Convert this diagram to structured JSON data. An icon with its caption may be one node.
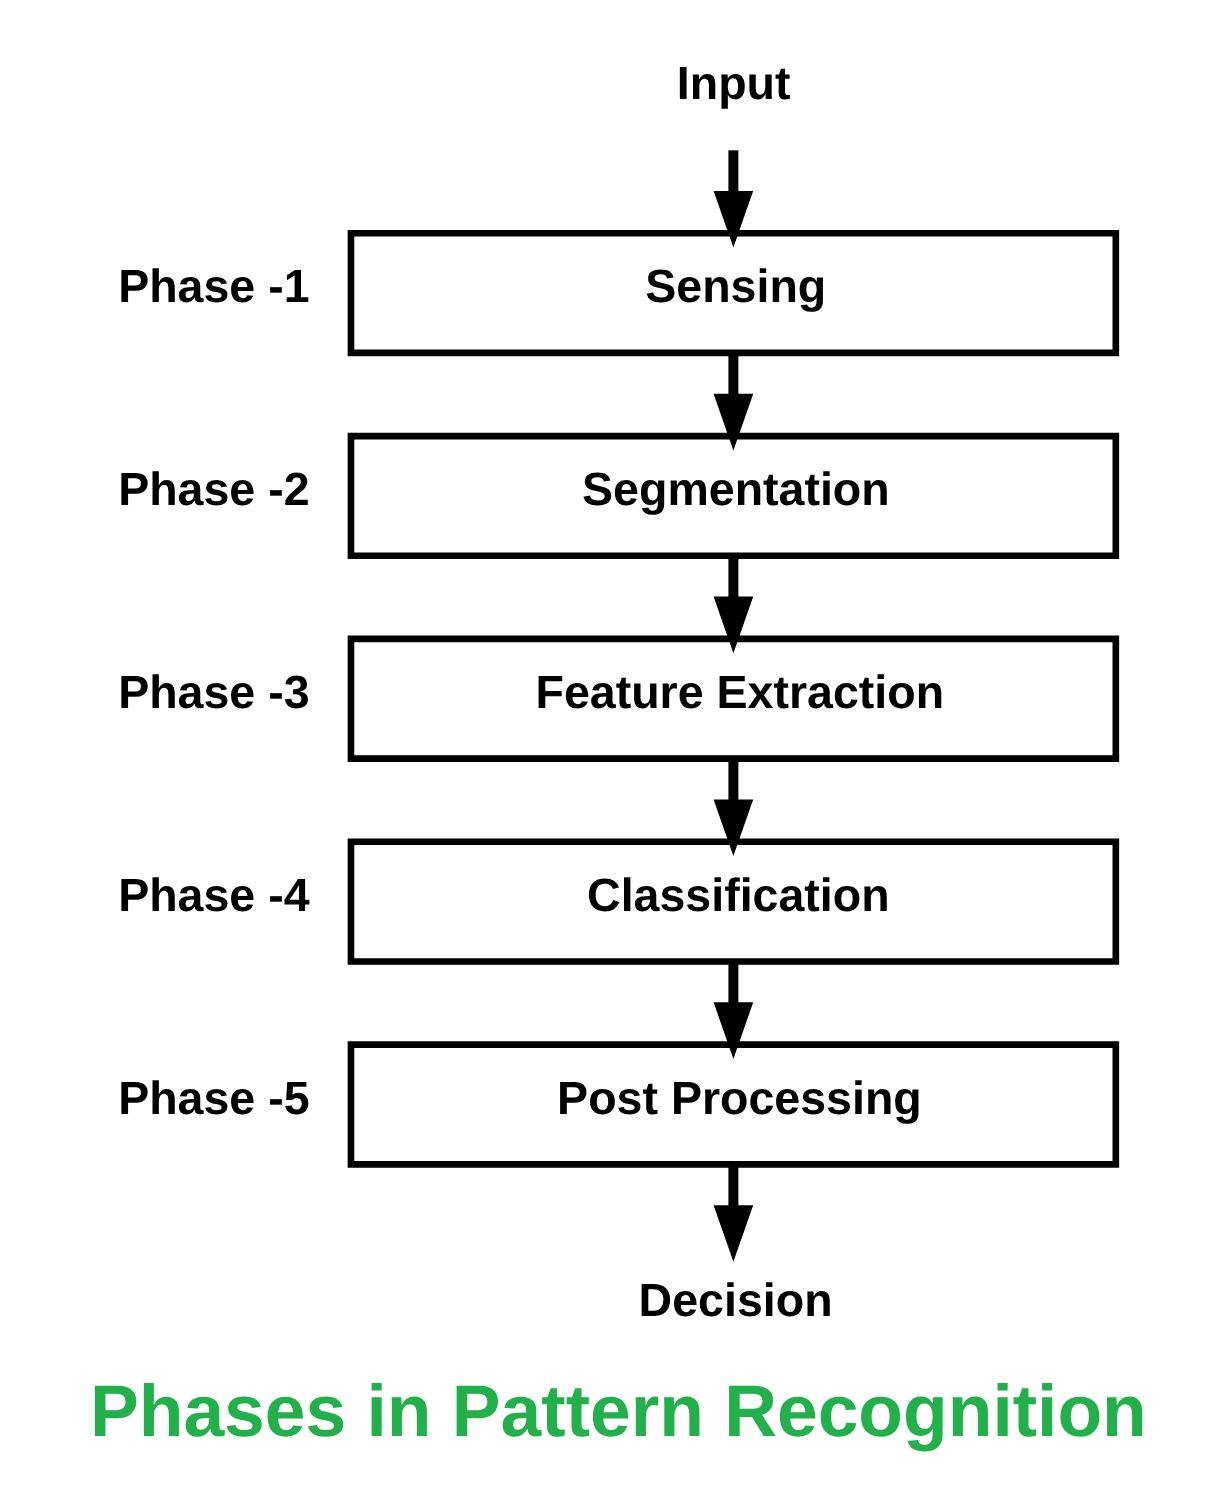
{
  "diagram": {
    "caption": "Phases in Pattern Recognition",
    "nodes": [
      {
        "text": [
          "Input"
        ]
      },
      {
        "text": [
          "Sensing"
        ],
        "beside": [
          "Phase -1"
        ]
      },
      {
        "text": [
          "Segmentation"
        ],
        "beside": [
          "Phase -2"
        ]
      },
      {
        "text": [
          "Feature Extraction"
        ],
        "beside": [
          "Phase -3"
        ]
      },
      {
        "text": [
          "Classification"
        ],
        "beside": [
          "Phase -4"
        ]
      },
      {
        "text": [
          "Post Processing"
        ],
        "beside": [
          "Phase -5"
        ]
      },
      {
        "text": [
          "Decision"
        ]
      }
    ],
    "edges": [
      {
        "from": 0,
        "to": 1,
        "arrow": "to"
      },
      {
        "from": 1,
        "to": 2,
        "arrow": "to"
      },
      {
        "from": 2,
        "to": 3,
        "arrow": "to"
      },
      {
        "from": 3,
        "to": 4,
        "arrow": "to"
      },
      {
        "from": 4,
        "to": 5,
        "arrow": "to"
      },
      {
        "from": 5,
        "to": 6,
        "arrow": "to"
      }
    ]
  }
}
